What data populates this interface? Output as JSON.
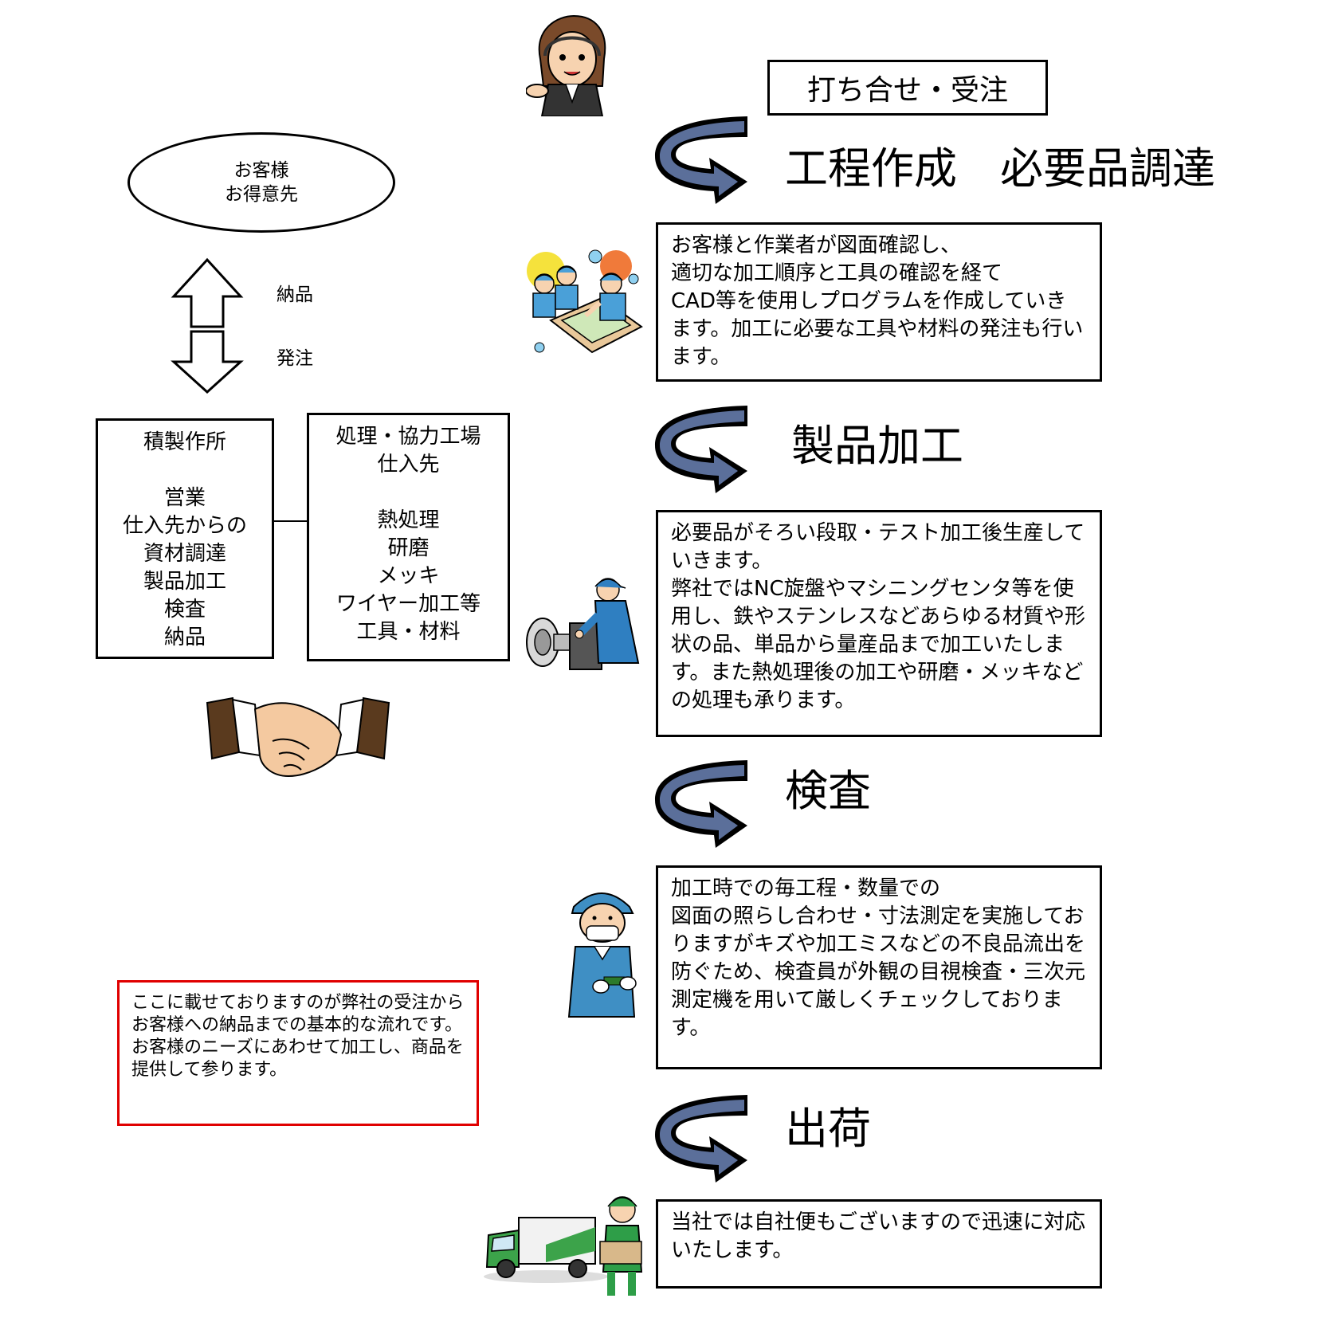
{
  "customer": {
    "line1": "お客様",
    "line2": "お得意先"
  },
  "flow_labels": {
    "delivery": "納品",
    "order": "発注"
  },
  "company_box": "積製作所\n\n営業\n仕入先からの\n資材調達\n製品加工\n検査\n納品",
  "partner_box": "処理・協力工場\n仕入先\n\n熱処理\n研磨\nメッキ\nワイヤー加工等\n工具・材料",
  "note": "ここに載せておりますのが弊社の受注からお客様への納品までの基本的な流れです。\nお客様のニーズにあわせて加工し、商品を提供して参ります。",
  "order_step": "打ち合せ・受注",
  "steps": [
    {
      "heading": "工程作成　必要品調達",
      "description": "お客様と作業者が図面確認し、\n適切な加工順序と工具の確認を経て\nCAD等を使用しプログラムを作成していきます。加工に必要な工具や材料の発注も行います。"
    },
    {
      "heading": "製品加工",
      "description": "必要品がそろい段取・テスト加工後生産していきます。\n弊社ではNC旋盤やマシニングセンタ等を使用し、鉄やステンレスなどあらゆる材質や形状の品、単品から量産品まで加工いたします。また熱処理後の加工や研磨・メッキなどの処理も承ります。"
    },
    {
      "heading": "検査",
      "description": "加工時での毎工程・数量での\n図面の照らし合わせ・寸法測定を実施しておりますがキズや加工ミスなどの不良品流出を防ぐため、検査員が外観の目視検査・三次元測定機を用いて厳しくチェックしております。"
    },
    {
      "heading": "出荷",
      "description": "当社では自社便もございますので迅速に対応いたします。"
    }
  ],
  "colors": {
    "note_border": "#e00000",
    "line": "#000000",
    "background": "#ffffff"
  },
  "icons": [
    "operator-headset-icon",
    "drawing-review-team-icon",
    "lathe-worker-icon",
    "inspector-icon",
    "delivery-truck-icon",
    "handshake-icon",
    "double-arrow-icon",
    "curved-arrow-icon"
  ]
}
